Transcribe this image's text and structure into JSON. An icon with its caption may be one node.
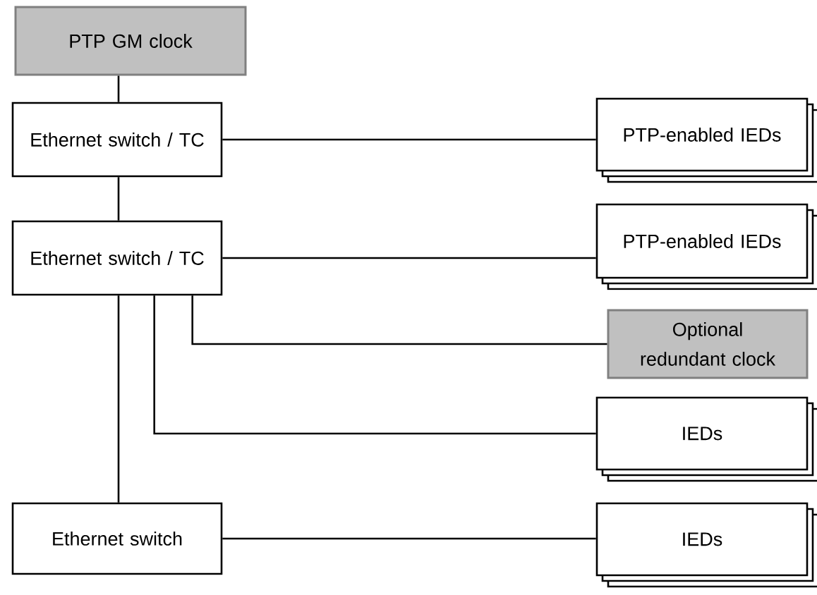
{
  "diagram": {
    "nodes": [
      {
        "text": [
          "PTP GM clock"
        ]
      },
      {
        "text": [
          "Ethernet switch / TC"
        ]
      },
      {
        "text": [
          "PTP-enabled IEDs"
        ]
      },
      {
        "text": [
          "Ethernet switch / TC"
        ]
      },
      {
        "text": [
          "PTP-enabled IEDs"
        ]
      },
      {
        "text": [
          "Optional redundant clock"
        ]
      },
      {
        "text": [
          "IEDs"
        ]
      },
      {
        "text": [
          "Ethernet switch"
        ]
      },
      {
        "text": [
          "IEDs"
        ]
      }
    ],
    "edges": [
      {
        "from": 0,
        "to": 1,
        "arrow": "none"
      },
      {
        "from": 1,
        "to": 2,
        "arrow": "none"
      },
      {
        "from": 1,
        "to": 3,
        "arrow": "none"
      },
      {
        "from": 3,
        "to": 4,
        "arrow": "none"
      },
      {
        "from": 3,
        "to": 5,
        "arrow": "none"
      },
      {
        "from": 3,
        "to": 6,
        "arrow": "none"
      },
      {
        "from": 3,
        "to": 7,
        "arrow": "none"
      },
      {
        "from": 7,
        "to": 8,
        "arrow": "none"
      }
    ]
  }
}
